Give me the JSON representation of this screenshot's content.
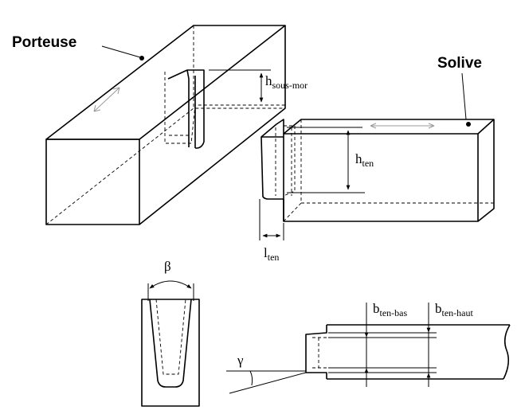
{
  "labels": {
    "porteuse": "Porteuse",
    "solive": "Solive"
  },
  "dimensions": {
    "h_sous_mor": {
      "main": "h",
      "sub": "sous-mor"
    },
    "h_ten": {
      "main": "h",
      "sub": "ten"
    },
    "l_ten": {
      "main": "l",
      "sub": "ten"
    },
    "b_ten_bas": {
      "main": "b",
      "sub": "ten-bas"
    },
    "b_ten_haut": {
      "main": "b",
      "sub": "ten-haut"
    }
  },
  "angles": {
    "beta": "β",
    "gamma": "γ"
  }
}
